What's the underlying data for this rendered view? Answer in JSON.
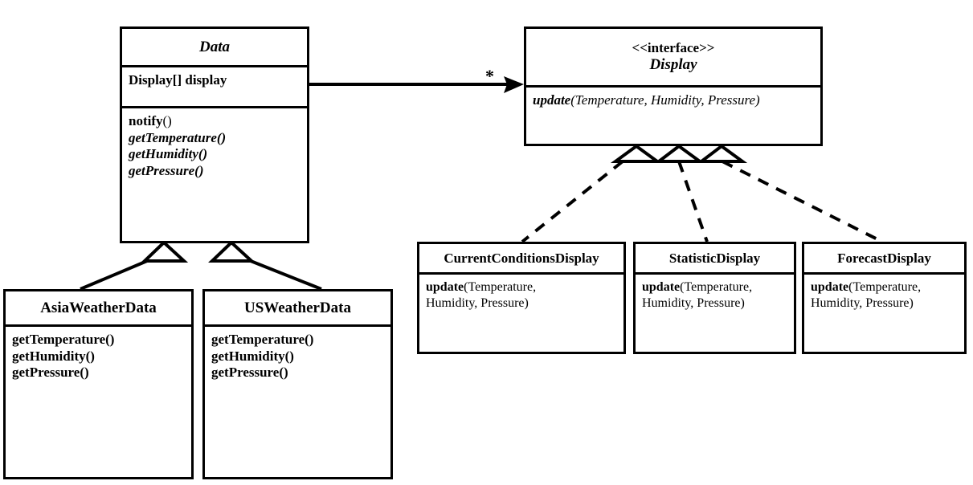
{
  "diagram": {
    "title": "Observer pattern weather data UML class diagram",
    "accent_color": "#000000",
    "background_color": "#ffffff"
  },
  "classes": {
    "data": {
      "name": "Data",
      "attributes": [
        "Display[] display"
      ],
      "methods": [
        {
          "name": "notify",
          "params": "()",
          "style": "bold"
        },
        {
          "name": "getTemperature()",
          "params": "",
          "style": "bold-italic"
        },
        {
          "name": "getHumidity()",
          "params": "",
          "style": "bold-italic"
        },
        {
          "name": "getPressure()",
          "params": "",
          "style": "bold-italic"
        }
      ]
    },
    "display_interface": {
      "stereotype": "<<interface>>",
      "name": "Display",
      "methods": [
        {
          "name": "update",
          "params": "(Temperature, Humidity, Pressure)"
        }
      ]
    },
    "asia_weather_data": {
      "name": "AsiaWeatherData",
      "methods": [
        "getTemperature()",
        "getHumidity()",
        "getPressure()"
      ]
    },
    "us_weather_data": {
      "name": "USWeatherData",
      "methods": [
        "getTemperature()",
        "getHumidity()",
        "getPressure()"
      ]
    },
    "current_conditions_display": {
      "name": "CurrentConditionsDisplay",
      "method_name": "update",
      "method_params_line1": "(Temperature,",
      "method_params_line2": "Humidity, Pressure)"
    },
    "statistic_display": {
      "name": "StatisticDisplay",
      "method_name": "update",
      "method_params_line1": "(Temperature,",
      "method_params_line2": "Humidity, Pressure)"
    },
    "forecast_display": {
      "name": "ForecastDisplay",
      "method_name": "update",
      "method_params_line1": "(Temperature,",
      "method_params_line2": "Humidity, Pressure)"
    }
  },
  "relationships": {
    "data_to_display": {
      "type": "association",
      "multiplicity": "*",
      "from": "Data",
      "to": "Display"
    },
    "generalizations": [
      {
        "from": "AsiaWeatherData",
        "to": "Data"
      },
      {
        "from": "USWeatherData",
        "to": "Data"
      }
    ],
    "realizations": [
      {
        "from": "CurrentConditionsDisplay",
        "to": "Display"
      },
      {
        "from": "StatisticDisplay",
        "to": "Display"
      },
      {
        "from": "ForecastDisplay",
        "to": "Display"
      }
    ]
  }
}
